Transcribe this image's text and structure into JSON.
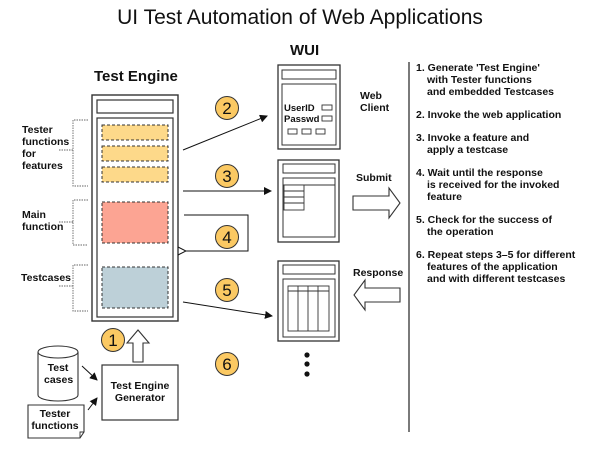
{
  "title": "UI Test Automation of Web Applications",
  "test_engine": {
    "heading": "Test Engine",
    "labels": {
      "tester_functions": [
        "Tester",
        "functions",
        "for",
        "features"
      ],
      "main_function": [
        "Main",
        "function"
      ],
      "testcases": "Testcases"
    },
    "colors": {
      "tester_functions": "#fdd98a",
      "main_function": "#fca493",
      "testcases": "#bdd0d8"
    }
  },
  "generator": {
    "label_line1": "Test Engine",
    "label_line2": "Generator",
    "test_cases_line1": "Test",
    "test_cases_line2": "cases",
    "tester_functions_line1": "Tester",
    "tester_functions_line2": "functions"
  },
  "wui": {
    "heading": "WUI",
    "web_client_line1": "Web",
    "web_client_line2": "Client",
    "userid_label": "UserID",
    "passwd_label": "Passwd",
    "submit_label": "Submit",
    "response_label": "Response"
  },
  "step_markers": [
    "1",
    "2",
    "3",
    "4",
    "5",
    "6"
  ],
  "marker_color": "#fbc963",
  "steps": [
    {
      "num": "1.",
      "lines": [
        "Generate 'Test Engine'",
        "with Tester functions",
        "and embedded Testcases"
      ]
    },
    {
      "num": "2.",
      "lines": [
        "Invoke the web application"
      ]
    },
    {
      "num": "3.",
      "lines": [
        "Invoke a feature and",
        "apply a testcase"
      ]
    },
    {
      "num": "4.",
      "lines": [
        "Wait until  the response",
        "is received for the invoked",
        "feature"
      ]
    },
    {
      "num": "5.",
      "lines": [
        "Check for the success of",
        "the operation"
      ]
    },
    {
      "num": "6.",
      "lines": [
        "Repeat steps 3–5 for different",
        "features of the application",
        "and with different testcases"
      ]
    }
  ]
}
